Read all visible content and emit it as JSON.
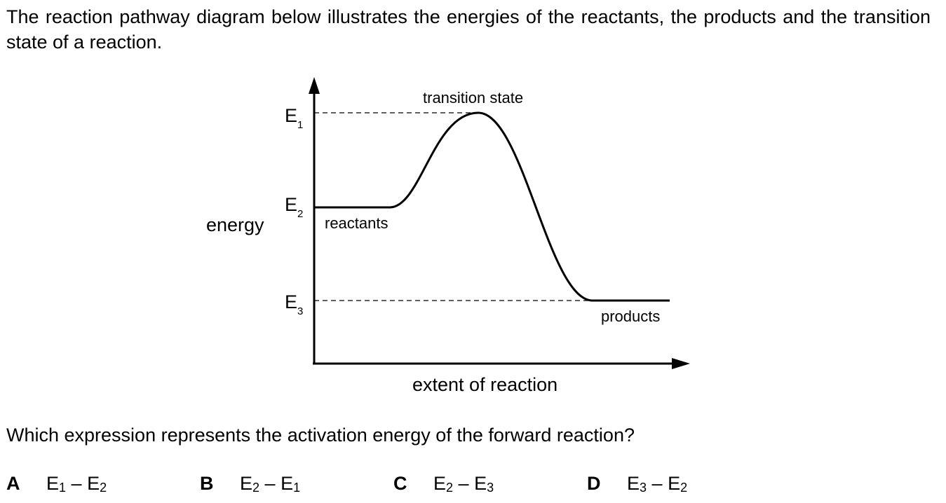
{
  "intro": {
    "text": "The reaction pathway diagram below illustrates the energies of the reactants, the products and the transition state of a reaction."
  },
  "diagram": {
    "y_axis_label": "energy",
    "x_axis_label": "extent of reaction",
    "levels": [
      {
        "letter": "E",
        "sub": "1"
      },
      {
        "letter": "E",
        "sub": "2"
      },
      {
        "letter": "E",
        "sub": "3"
      }
    ],
    "labels": {
      "transition_state": "transition state",
      "reactants": "reactants",
      "products": "products"
    }
  },
  "question": {
    "text": "Which expression represents the activation energy of the forward reaction?"
  },
  "options": [
    {
      "letter": "A",
      "a": "E",
      "a_sub": "1",
      "dash": " – ",
      "b": "E",
      "b_sub": "2"
    },
    {
      "letter": "B",
      "a": "E",
      "a_sub": "2",
      "dash": " – ",
      "b": "E",
      "b_sub": "1"
    },
    {
      "letter": "C",
      "a": "E",
      "a_sub": "2",
      "dash": " – ",
      "b": "E",
      "b_sub": "3"
    },
    {
      "letter": "D",
      "a": "E",
      "a_sub": "3",
      "dash": " – ",
      "b": "E",
      "b_sub": "2"
    }
  ]
}
